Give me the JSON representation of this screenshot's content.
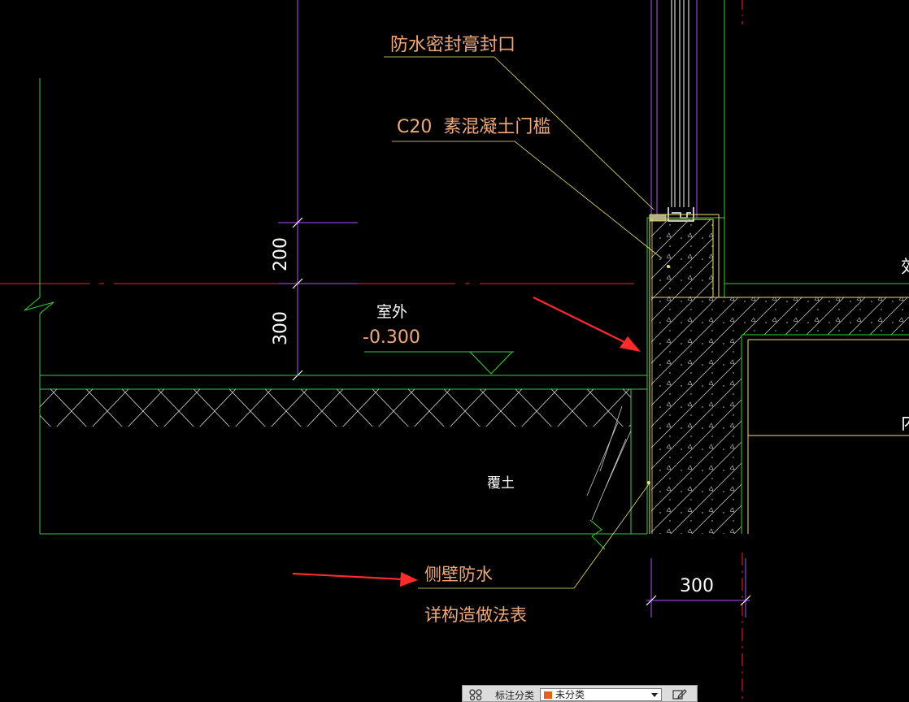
{
  "colors": {
    "background": "#000000",
    "green": "#33d233",
    "yellow": "#f0e070",
    "violet": "#b050ff",
    "red": "#ff2020",
    "white": "#ffffff",
    "orange_text": "#f0a878",
    "grey": "#bdbdbd",
    "arrow": "#ff2a2a"
  },
  "labels": {
    "waterproof_seal": "防水密封膏封口",
    "c20_threshold": "C20  素混凝土门槛",
    "outdoor": "室外",
    "outdoor_level": "-0.300",
    "backfill": "覆土",
    "side_wall_waterproof": "侧壁防水",
    "detail_reference": "详构造做法表",
    "right_cut_top": "効",
    "right_cut_mid": "内"
  },
  "dimensions": {
    "dim_200": "200",
    "dim_300_vertical": "300",
    "dim_300_horizontal": "300"
  },
  "toolbar": {
    "label": "标注分类",
    "category_value": "未分类",
    "swatch_color": "#e8601c",
    "icon": "group-icon",
    "edit_icon": "edit-icon"
  }
}
